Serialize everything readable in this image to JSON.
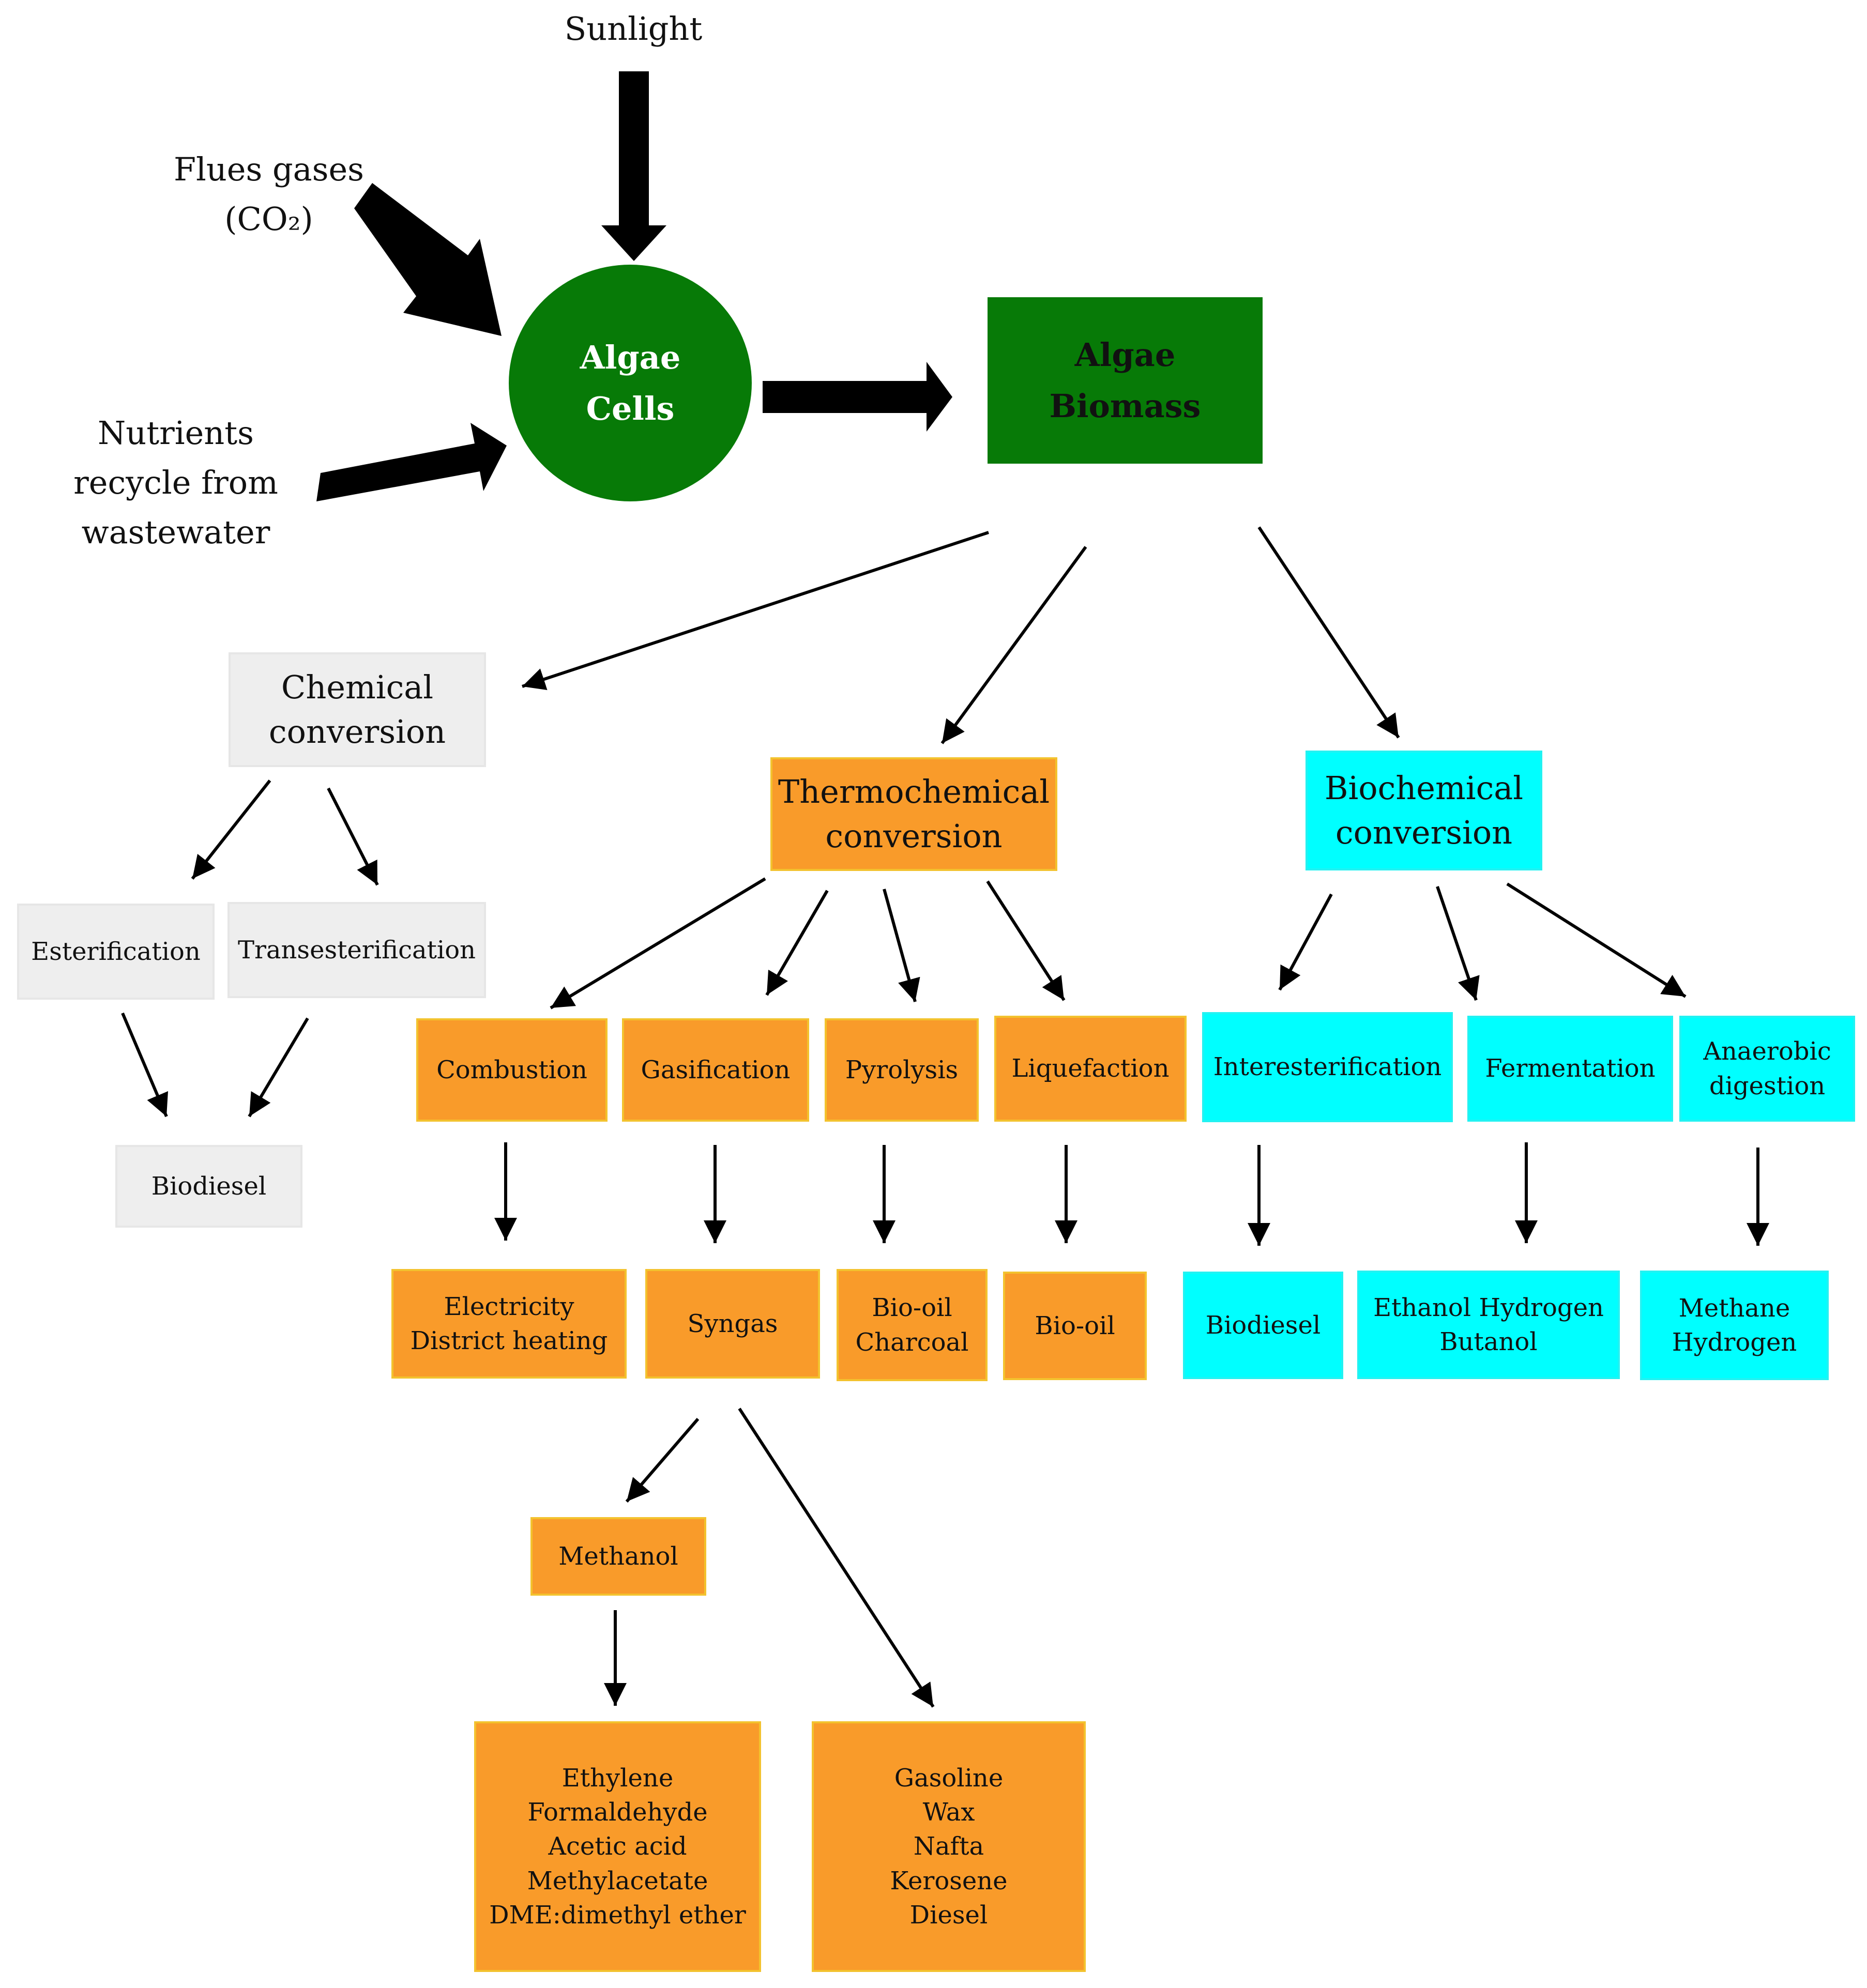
{
  "inputs": {
    "sunlight": "Sunlight",
    "flue_gases": [
      "Flues gases",
      "(CO₂)"
    ],
    "nutrients": [
      "Nutrients",
      "recycle from",
      "wastewater"
    ]
  },
  "algae_cells": [
    "Algae",
    "Cells"
  ],
  "algae_biomass": [
    "Algae",
    "Biomass"
  ],
  "chemical": {
    "title": [
      "Chemical",
      "conversion"
    ],
    "processes": [
      "Esterification",
      "Transesterification"
    ],
    "product": "Biodiesel"
  },
  "thermochemical": {
    "title": [
      "Thermochemical",
      "conversion"
    ],
    "processes": [
      "Combustion",
      "Gasification",
      "Pyrolysis",
      "Liquefaction"
    ],
    "products": [
      [
        "Electricity",
        "District heating"
      ],
      [
        "Syngas"
      ],
      [
        "Bio-oil",
        "Charcoal"
      ],
      [
        "Bio-oil"
      ]
    ],
    "methanol": "Methanol",
    "methanol_products": [
      "Ethylene",
      "Formaldehyde",
      "Acetic acid",
      "Methylacetate",
      "DME:dimethyl ether"
    ],
    "syngas_products": [
      "Gasoline",
      "Wax",
      "Nafta",
      "Kerosene",
      "Diesel"
    ]
  },
  "biochemical": {
    "title": [
      "Biochemical",
      "conversion"
    ],
    "processes": [
      [
        "Interesterification"
      ],
      [
        "Fermentation"
      ],
      [
        "Anaerobic",
        "digestion"
      ]
    ],
    "products": [
      [
        "Biodiesel"
      ],
      [
        "Ethanol Hydrogen",
        "Butanol"
      ],
      [
        "Methane",
        "Hydrogen"
      ]
    ]
  },
  "colors": {
    "dark_green": "#077a07",
    "gray": "#eeeeee",
    "orange": "#f99b2a",
    "cyan": "#00ffff"
  }
}
